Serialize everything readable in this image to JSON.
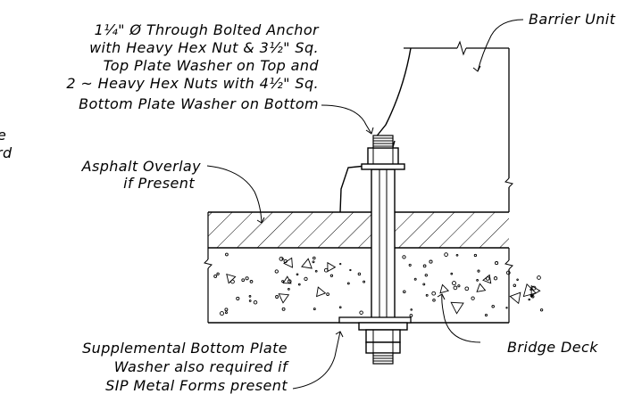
{
  "labels": {
    "barrier_unit": "Barrier Unit",
    "anchor_lines": [
      "1¼\" Ø Through Bolted Anchor",
      "with Heavy Hex Nut & 3½\" Sq.",
      "Top Plate Washer on Top and",
      "2 ~ Heavy Hex Nuts with 4½\" Sq.",
      "Bottom Plate Washer on Bottom"
    ],
    "cut_off_left": [
      "e",
      "rd"
    ],
    "asphalt_lines": [
      "Asphalt Overlay",
      "if Present"
    ],
    "supplemental_lines": [
      "Supplemental Bottom Plate",
      "Washer also required if",
      "SIP Metal Forms present"
    ],
    "bridge_deck": "Bridge Deck"
  },
  "colors": {
    "line": "#000000",
    "background": "#ffffff"
  }
}
